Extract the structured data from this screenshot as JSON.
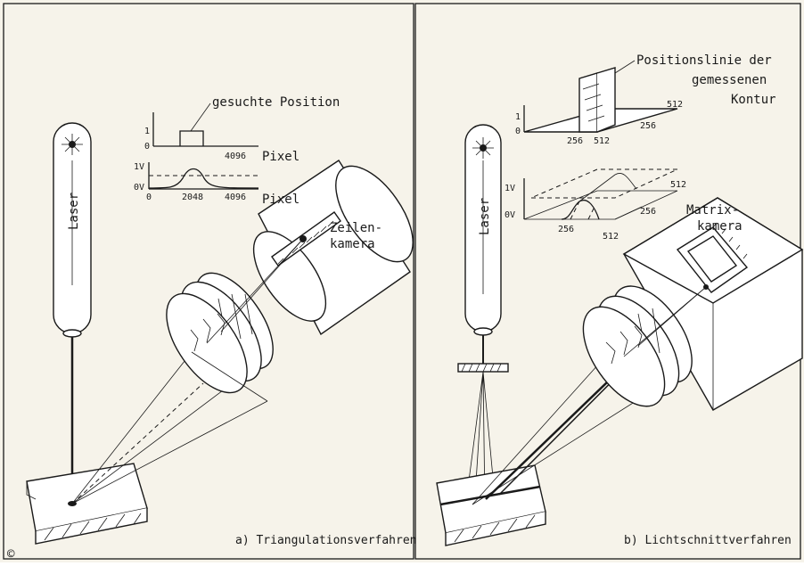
{
  "left_panel": {
    "laser_label": "Laser",
    "graph_label": "gesuchte Position",
    "graph_top": {
      "y_tick_1": "1",
      "y_tick_0": "0",
      "x_end": "4096",
      "axis_label": "Pixel"
    },
    "graph_bottom": {
      "y_tick_1v": "1V",
      "y_tick_0v": "0V",
      "x_start": "0",
      "x_mid": "2048",
      "x_end": "4096",
      "axis_label": "Pixel"
    },
    "camera_label_1": "Zeilen-",
    "camera_label_2": "kamera",
    "caption": "a) Triangulationsverfahren"
  },
  "right_panel": {
    "laser_label": "Laser",
    "annotation_1": "Positionslinie der",
    "annotation_2": "gemessenen",
    "annotation_3": "Kontur",
    "graph_top": {
      "y_tick_1": "1",
      "y_tick_0": "0",
      "x_256": "256",
      "x_512": "512",
      "depth_256": "256",
      "depth_512": "512"
    },
    "graph_bottom": {
      "y_tick_1v": "1V",
      "y_tick_0v": "0V",
      "x_256": "256",
      "x_512": "512",
      "depth_256": "256",
      "depth_512": "512"
    },
    "camera_label_1": "Matrix-",
    "camera_label_2": "kamera",
    "caption": "b) Lichtschnittverfahren"
  },
  "copyright_symbol": "©"
}
